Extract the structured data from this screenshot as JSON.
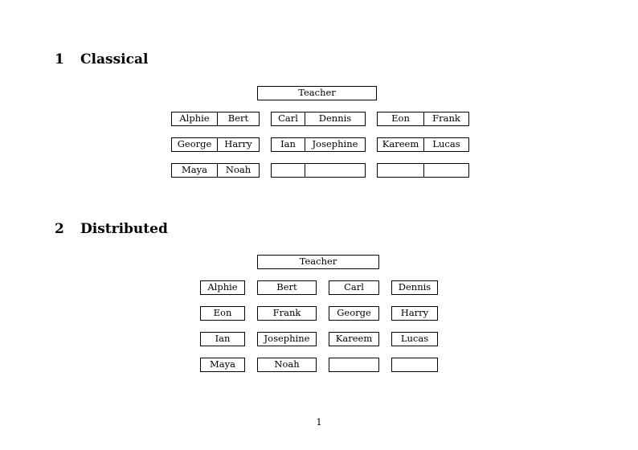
{
  "document": {
    "page_number": "1",
    "sections": [
      {
        "number": "1",
        "title": "Classical",
        "teacher_label": "Teacher",
        "columns": [
          {
            "rows": [
              [
                "Alphie",
                "Bert"
              ],
              [
                "George",
                "Harry"
              ],
              [
                "Maya",
                "Noah"
              ]
            ]
          },
          {
            "rows": [
              [
                "Carl",
                "Dennis"
              ],
              [
                "Ian",
                "Josephine"
              ],
              [
                "",
                ""
              ]
            ]
          },
          {
            "rows": [
              [
                "Eon",
                "Frank"
              ],
              [
                "Kareem",
                "Lucas"
              ],
              [
                "",
                ""
              ]
            ]
          }
        ]
      },
      {
        "number": "2",
        "title": "Distributed",
        "teacher_label": "Teacher",
        "columns": [
          {
            "cells": [
              "Alphie",
              "Eon",
              "Ian",
              "Maya"
            ]
          },
          {
            "cells": [
              "Bert",
              "Frank",
              "Josephine",
              "Noah"
            ]
          },
          {
            "cells": [
              "Carl",
              "George",
              "Kareem",
              ""
            ]
          },
          {
            "cells": [
              "Dennis",
              "Harry",
              "Lucas",
              ""
            ]
          }
        ]
      }
    ]
  }
}
